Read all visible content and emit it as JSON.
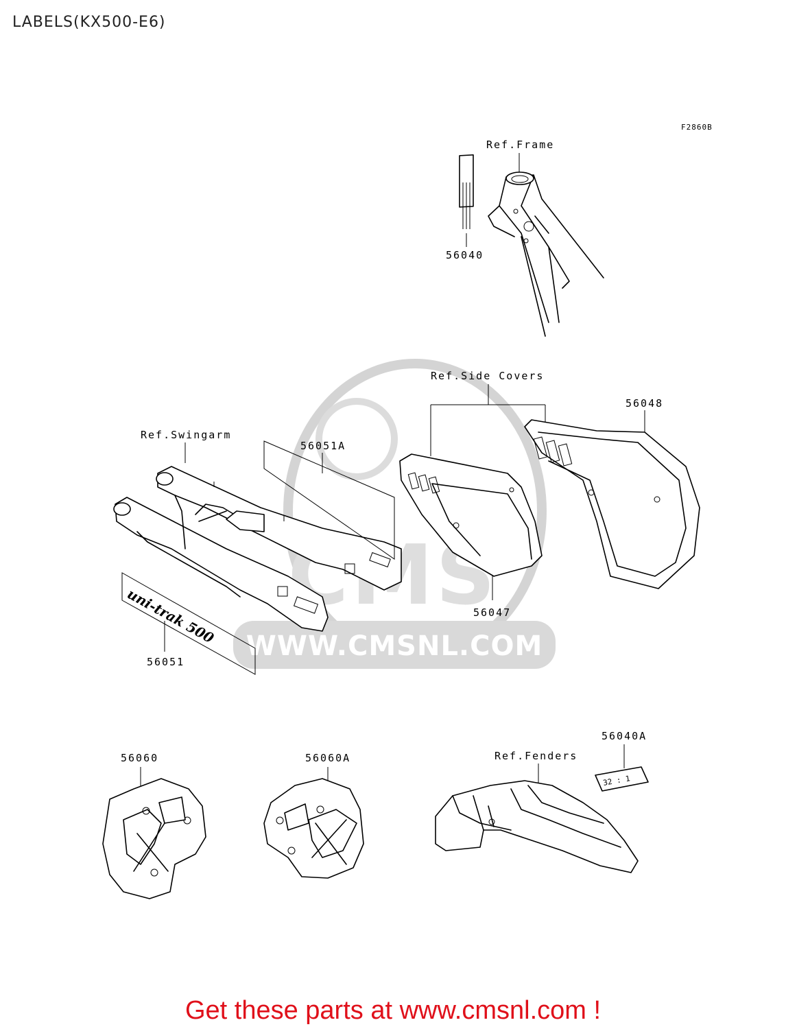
{
  "title": "LABELS(KX500-E6)",
  "figure_code": "F2860B",
  "watermark": "WWW.CMSNL.COM",
  "watermark_logo": "CMS",
  "colors": {
    "footer": "#e0101a",
    "watermark": "#d4d4d4",
    "lines": "#000000"
  },
  "references": {
    "frame": "Ref.Frame",
    "side_covers": "Ref.Side Covers",
    "swingarm": "Ref.Swingarm",
    "fenders": "Ref.Fenders"
  },
  "parts": {
    "p56040": "56040",
    "p56040a": "56040A",
    "p56047": "56047",
    "p56048": "56048",
    "p56051": "56051",
    "p56051a": "56051A",
    "p56060": "56060",
    "p56060a": "56060A"
  },
  "decal_text": {
    "swingarm_label": "uni-trak 500",
    "fender_label": "32 : 1"
  },
  "footer": "Get these parts at www.cmsnl.com !"
}
